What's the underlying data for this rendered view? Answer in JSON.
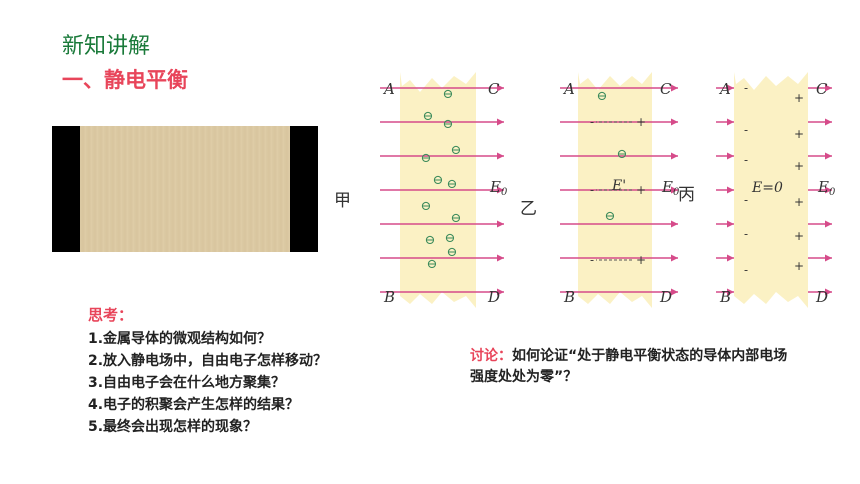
{
  "header": {
    "section_title": "新知讲解",
    "subsection_title": "一、静电平衡"
  },
  "diagrams": {
    "labels": {
      "jia": "甲",
      "yi": "乙",
      "bing": "丙"
    },
    "corner_A": "A",
    "corner_B": "B",
    "corner_C": "C",
    "corner_D": "D",
    "field_label": "E",
    "field_subscript": "0",
    "induced_field_label": "E'",
    "zero_field_label": "E=0",
    "electron_symbol": "⊖",
    "plus_symbol": "+",
    "minus_symbol": "-"
  },
  "thinking": {
    "title": "思考：",
    "questions": [
      "1.金属导体的微观结构如何？",
      "2.放入静电场中，自由电子怎样移动？",
      "3.自由电子会在什么地方聚集？",
      "4.电子的积聚会产生怎样的结果？",
      "5.最终会出现怎样的现象？"
    ]
  },
  "discussion": {
    "label": "讨论：",
    "text": "如何论证“处于静电平衡状态的导体内部电场强度处处为零”？"
  },
  "colors": {
    "title_green": "#1a7a3a",
    "accent_red": "#e8455a",
    "conductor_fill": "#fbf1c4",
    "field_line": "#d64b8a",
    "electron_green": "#3a8a5a"
  }
}
